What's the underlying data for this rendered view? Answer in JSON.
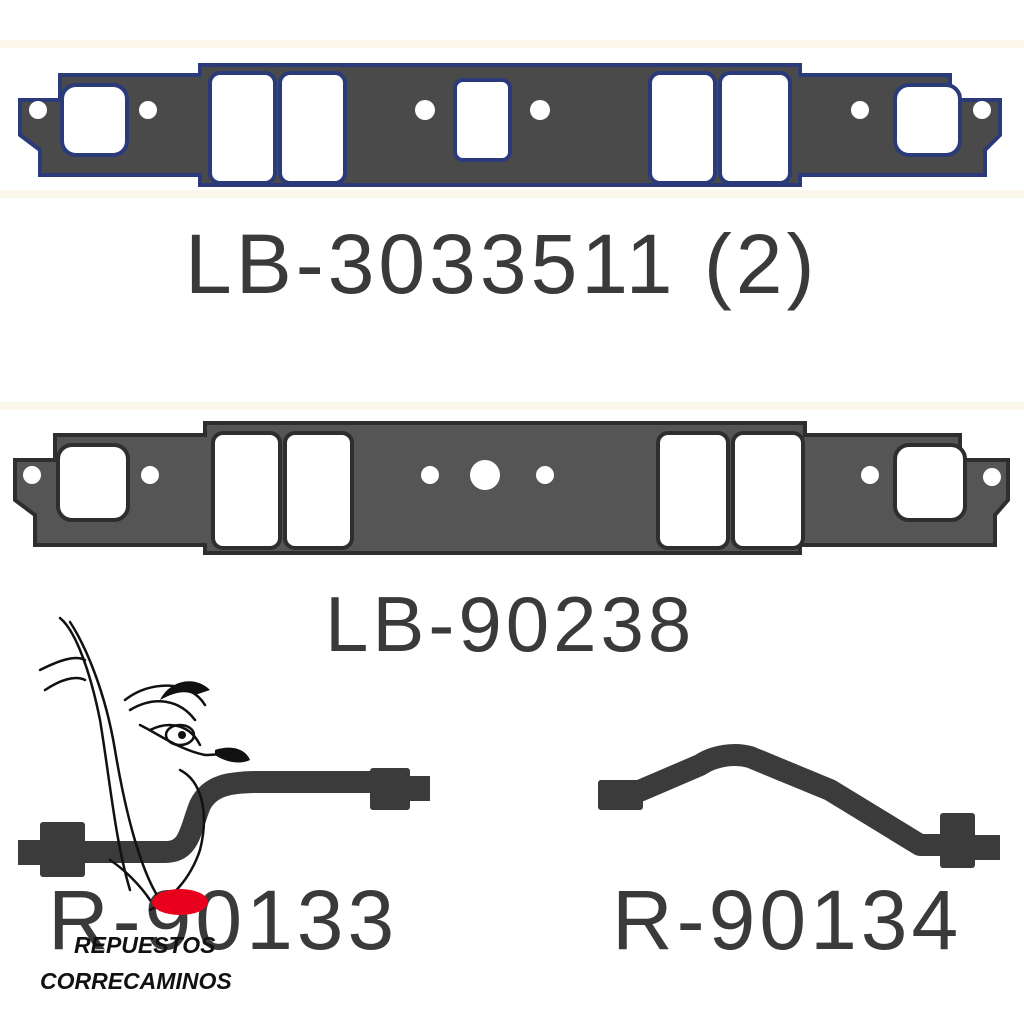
{
  "parts": [
    {
      "id": "gasket-1",
      "label": "LB-3033511 (2)",
      "part_type": "intake-manifold-gasket",
      "outline_color": "#2b3a78",
      "fill_color": "#4a4a4a"
    },
    {
      "id": "gasket-2",
      "label": "LB-90238",
      "part_type": "intake-manifold-gasket",
      "outline_color": "#2e2e2e",
      "fill_color": "#555555"
    },
    {
      "id": "hose-1",
      "label": "R-90133",
      "part_type": "heater-pipe",
      "fill_color": "#3b3b3b"
    },
    {
      "id": "hose-2",
      "label": "R-90134",
      "part_type": "heater-pipe",
      "fill_color": "#3b3b3b"
    }
  ],
  "brand": {
    "line1": "REPUESTOS",
    "line2": "CORRECAMINOS",
    "logo_icon": "roadrunner-icon",
    "accent": "#e8001c"
  }
}
